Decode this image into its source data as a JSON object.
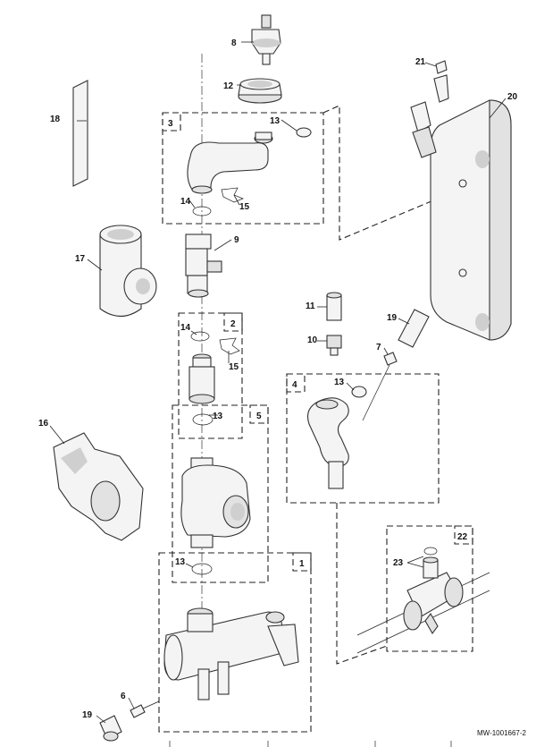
{
  "labels": {
    "l1": "1",
    "l2": "2",
    "l3": "3",
    "l4": "4",
    "l5": "5",
    "l6": "6",
    "l7": "7",
    "l8": "8",
    "l9": "9",
    "l10": "10",
    "l11": "11",
    "l12": "12",
    "l13a": "13",
    "l13b": "13",
    "l13c": "13",
    "l13d": "13",
    "l14a": "14",
    "l14b": "14",
    "l15a": "15",
    "l15b": "15",
    "l16": "16",
    "l17": "17",
    "l18": "18",
    "l19a": "19",
    "l19b": "19",
    "l20": "20",
    "l21": "21",
    "l22": "22",
    "l23": "23"
  },
  "reference": "MW-1001667-2"
}
